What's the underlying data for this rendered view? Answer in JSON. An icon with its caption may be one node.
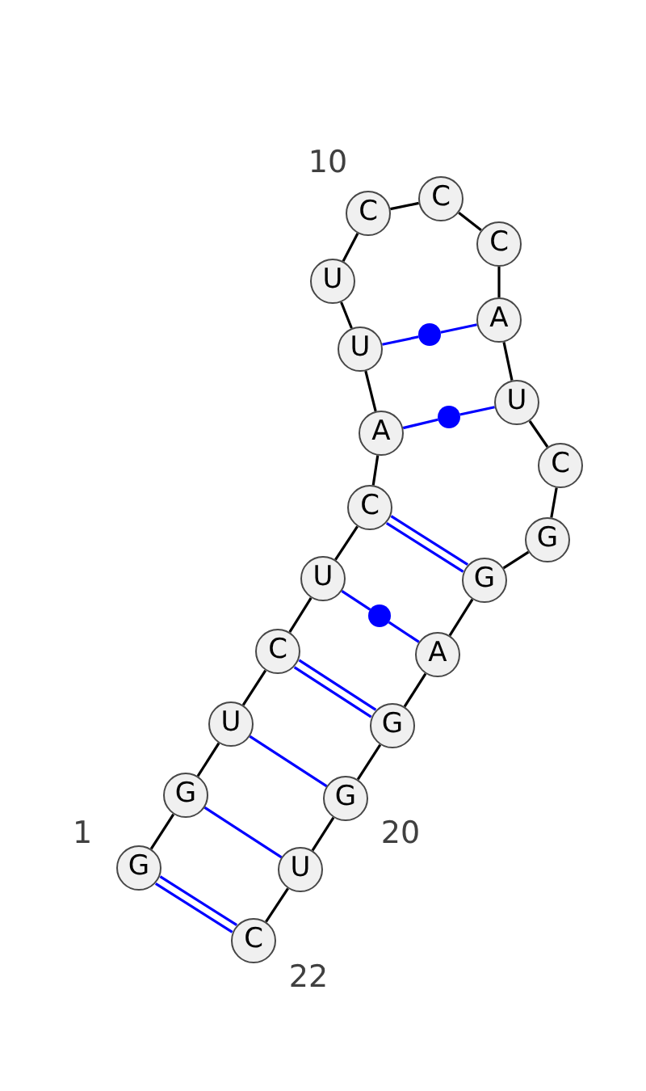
{
  "diagram": {
    "nodes": [
      {
        "text": [
          "G"
        ],
        "beside": [
          "1"
        ]
      },
      {
        "text": [
          "G"
        ]
      },
      {
        "text": [
          "U"
        ]
      },
      {
        "text": [
          "C"
        ]
      },
      {
        "text": [
          "U"
        ]
      },
      {
        "text": [
          "C"
        ]
      },
      {
        "text": [
          "A"
        ]
      },
      {
        "text": [
          "U"
        ]
      },
      {
        "text": [
          "U"
        ]
      },
      {
        "text": [
          "C"
        ],
        "beside": [
          "10"
        ]
      },
      {
        "text": [
          "C"
        ]
      },
      {
        "text": [
          "C"
        ]
      },
      {
        "text": [
          "A"
        ]
      },
      {
        "text": [
          "U"
        ]
      },
      {
        "text": [
          "C"
        ]
      },
      {
        "text": [
          "G"
        ]
      },
      {
        "text": [
          "G"
        ]
      },
      {
        "text": [
          "A"
        ]
      },
      {
        "text": [
          "G"
        ]
      },
      {
        "text": [
          "G"
        ],
        "beside": [
          "20"
        ]
      },
      {
        "text": [
          "U"
        ]
      },
      {
        "text": [
          "C"
        ],
        "beside": [
          "22"
        ]
      },
      {
        "text": [],
        "shape": "circle"
      },
      {
        "text": [],
        "shape": "circle"
      },
      {
        "text": [],
        "shape": "circle"
      }
    ],
    "edges": [
      {
        "from": 0,
        "to": 1,
        "arrow": "none"
      },
      {
        "from": 1,
        "to": 2,
        "arrow": "none"
      },
      {
        "from": 2,
        "to": 3,
        "arrow": "none"
      },
      {
        "from": 3,
        "to": 4,
        "arrow": "none"
      },
      {
        "from": 4,
        "to": 5,
        "arrow": "none"
      },
      {
        "from": 5,
        "to": 6,
        "arrow": "none"
      },
      {
        "from": 6,
        "to": 7,
        "arrow": "none"
      },
      {
        "from": 7,
        "to": 8,
        "arrow": "none"
      },
      {
        "from": 8,
        "to": 9,
        "arrow": "none"
      },
      {
        "from": 9,
        "to": 10,
        "arrow": "none"
      },
      {
        "from": 10,
        "to": 11,
        "arrow": "none"
      },
      {
        "from": 11,
        "to": 12,
        "arrow": "none"
      },
      {
        "from": 12,
        "to": 13,
        "arrow": "none"
      },
      {
        "from": 13,
        "to": 14,
        "arrow": "none"
      },
      {
        "from": 14,
        "to": 15,
        "arrow": "none"
      },
      {
        "from": 15,
        "to": 16,
        "arrow": "none"
      },
      {
        "from": 16,
        "to": 17,
        "arrow": "none"
      },
      {
        "from": 17,
        "to": 18,
        "arrow": "none"
      },
      {
        "from": 18,
        "to": 19,
        "arrow": "none"
      },
      {
        "from": 19,
        "to": 20,
        "arrow": "none"
      },
      {
        "from": 20,
        "to": 21,
        "arrow": "none"
      },
      {
        "from": 0,
        "to": 21,
        "arrow": "none",
        "color": "#0000ff"
      },
      {
        "from": 0,
        "to": 21,
        "arrow": "none",
        "color": "#0000ff"
      },
      {
        "from": 1,
        "to": 20,
        "arrow": "none",
        "color": "#0000ff"
      },
      {
        "from": 2,
        "to": 19,
        "arrow": "none",
        "color": "#0000ff"
      },
      {
        "from": 3,
        "to": 18,
        "arrow": "none",
        "color": "#0000ff"
      },
      {
        "from": 3,
        "to": 18,
        "arrow": "none",
        "color": "#0000ff"
      },
      {
        "from": 4,
        "to": 24,
        "arrow": "none",
        "color": "#0000ff"
      },
      {
        "from": 24,
        "to": 17,
        "arrow": "none",
        "color": "#0000ff"
      },
      {
        "from": 5,
        "to": 16,
        "arrow": "none",
        "color": "#0000ff"
      },
      {
        "from": 5,
        "to": 16,
        "arrow": "none",
        "color": "#0000ff"
      },
      {
        "from": 6,
        "to": 23,
        "arrow": "none",
        "color": "#0000ff"
      },
      {
        "from": 23,
        "to": 13,
        "arrow": "none",
        "color": "#0000ff"
      },
      {
        "from": 7,
        "to": 22,
        "arrow": "none",
        "color": "#0000ff"
      },
      {
        "from": 22,
        "to": 12,
        "arrow": "none",
        "color": "#0000ff"
      }
    ]
  }
}
